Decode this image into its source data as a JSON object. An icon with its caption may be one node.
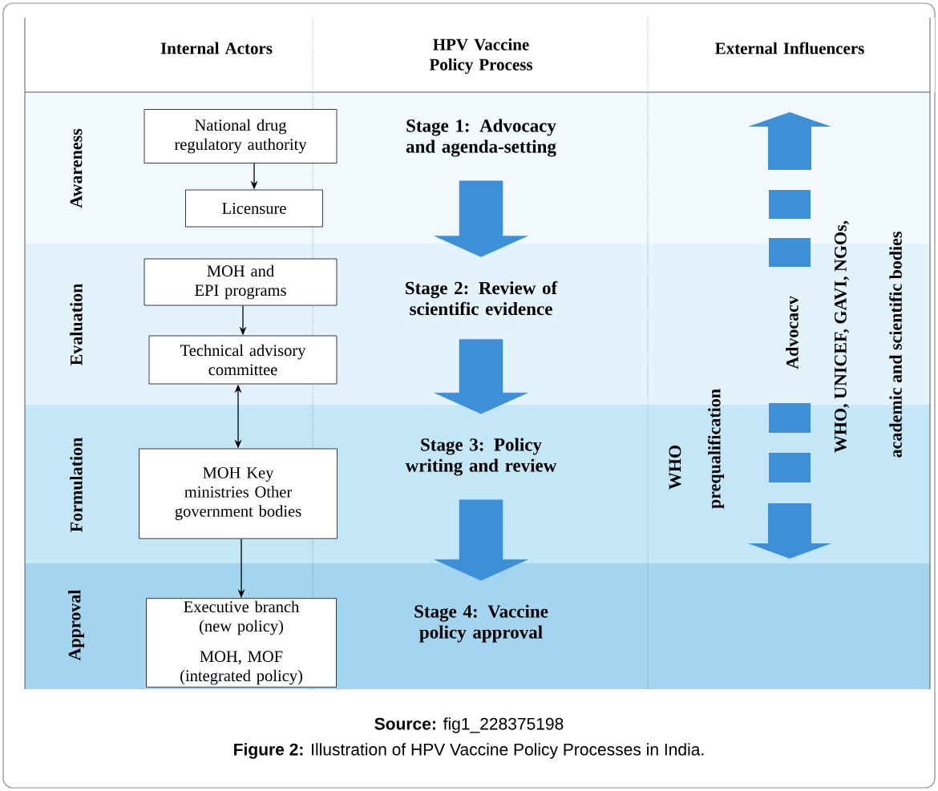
{
  "diagram": {
    "caption": "**Figure 2:** Illustration of HPV Vaccine Policy Processes in India.",
    "nodes": [
      {
        "text": [
          "National drug regulatory authority"
        ]
      },
      {
        "text": [
          "Licensure"
        ]
      },
      {
        "text": [
          "MOH and EPI programs"
        ]
      },
      {
        "text": [
          "Technical advisory committee"
        ]
      },
      {
        "text": [
          "MOH Key ministries Other government bodies"
        ]
      },
      {
        "text": [
          "Executive branch (new policy)",
          "MOH, MOF (integrated policy)"
        ]
      },
      {
        "text": [
          "Stage 1: Advocacy and agenda-setting"
        ]
      },
      {
        "text": [
          "Stage 2: Review of scientific evidence"
        ]
      },
      {
        "text": [
          "Stage 3: Policy writing and review"
        ]
      },
      {
        "text": [
          "Stage 4: Vaccine policy approval"
        ]
      }
    ],
    "edges": [
      {
        "from": 0,
        "to": 1,
        "arrow": "to"
      },
      {
        "from": 2,
        "to": 3,
        "arrow": "to"
      },
      {
        "from": 3,
        "to": 4,
        "arrow": "both"
      },
      {
        "from": 4,
        "to": 5,
        "arrow": "to"
      },
      {
        "from": 6,
        "to": 7,
        "arrow": "to",
        "style": "thick",
        "color": "#3d8fd8"
      },
      {
        "from": 7,
        "to": 8,
        "arrow": "to",
        "style": "thick",
        "color": "#3d8fd8"
      },
      {
        "from": 8,
        "to": 9,
        "arrow": "to",
        "style": "thick",
        "color": "#3d8fd8"
      }
    ],
    "labels": [
      "Internal Actors",
      "HPV Vaccine Policy Process",
      "External Influencers",
      "Awareness",
      "Evaluation",
      "Formulation",
      "Approval",
      "WHO",
      "prequalification",
      "Advocacv",
      "WHO, UNICEF, GAVI, NGOs,",
      "academic and scientific bodies",
      "**Source:** fig1_228375198"
    ]
  }
}
